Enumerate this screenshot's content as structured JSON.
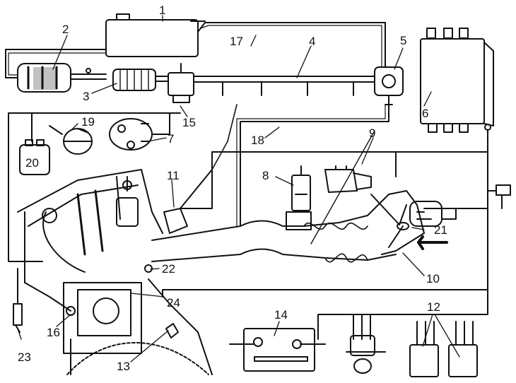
{
  "diagram": {
    "labels": {
      "l1": "1",
      "l2": "2",
      "l3": "3",
      "l4": "4",
      "l5": "5",
      "l6": "6",
      "l7": "7",
      "l8": "8",
      "l9": "9",
      "l10": "10",
      "l11": "11",
      "l12": "12",
      "l13": "13",
      "l14": "14",
      "l15": "15",
      "l16": "16",
      "l17": "17",
      "l18": "18",
      "l19": "19",
      "l20": "20",
      "l21": "21",
      "l22": "22",
      "l23": "23",
      "l24": "24"
    },
    "colors": {
      "ink": "#111111",
      "paper": "#ffffff"
    }
  }
}
